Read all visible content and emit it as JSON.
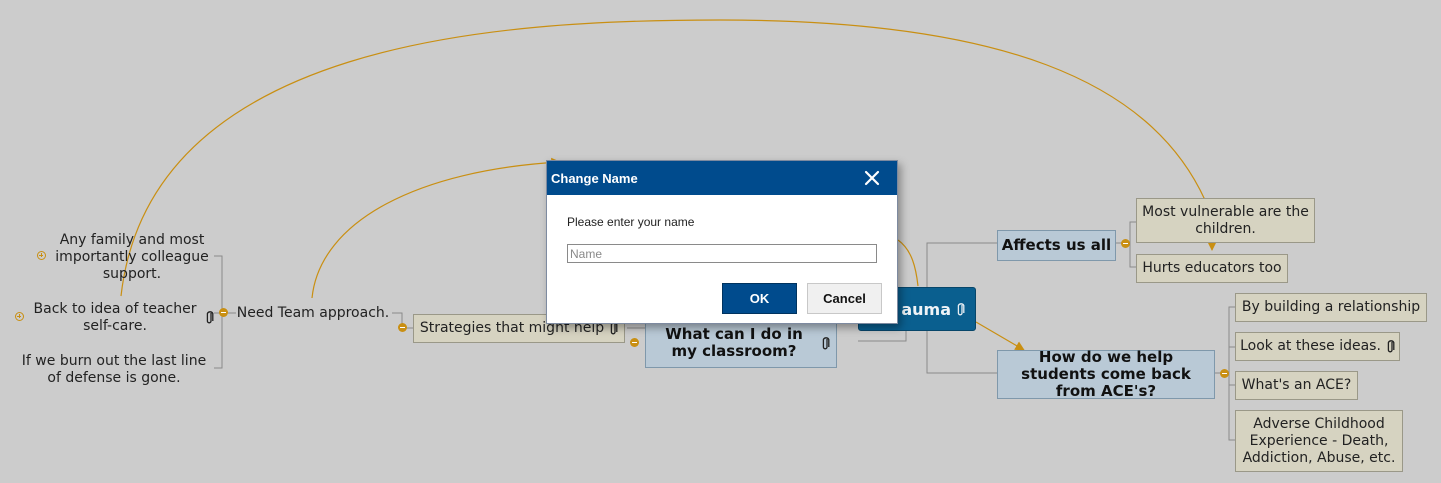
{
  "colors": {
    "background": "#cccccc",
    "connector": "#c98f12",
    "dialog_accent": "#004b8d",
    "central": "#0a5f8f"
  },
  "mindmap": {
    "central": "Trauma",
    "central_visible": "auma",
    "nodes": {
      "affects": "Affects us all",
      "vulnerable": "Most vulnerable are the children.",
      "hurts": "Hurts educators too",
      "help_students": "How do we help students come back from ACE's?",
      "relationship": "By building a relationship",
      "look_ideas": "Look at these ideas.",
      "whats_ace": "What's an ACE?",
      "adverse": "Adverse Childhood Experience - Death, Addiction, Abuse, etc.",
      "classroom": "What can I do in my classroom?",
      "strategies": "Strategies that might help",
      "team": "Need Team approach.",
      "family": "Any family and most importantly colleague support.",
      "selfcare": "Back to idea of teacher self-care.",
      "burnout": "If we burn out the last line of defense is gone."
    }
  },
  "dialog": {
    "title": "Change Name",
    "label": "Please enter your name",
    "input_value": "",
    "input_placeholder": "Name",
    "ok": "OK",
    "cancel": "Cancel",
    "close_icon": "close-icon"
  }
}
